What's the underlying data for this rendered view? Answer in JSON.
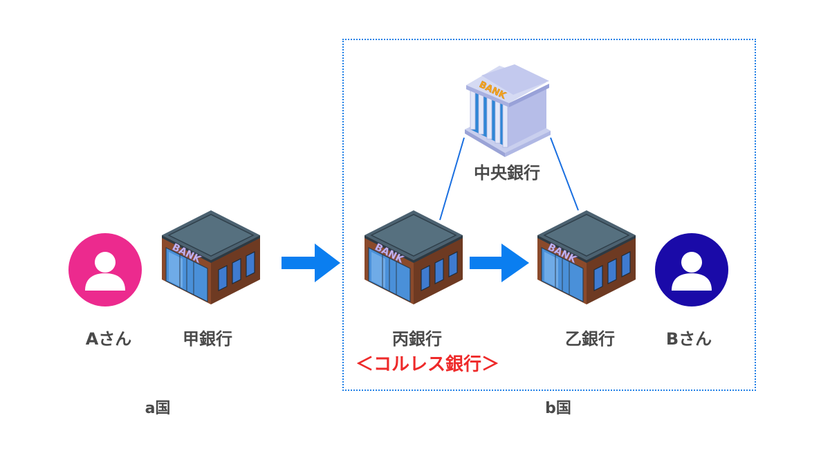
{
  "colors": {
    "person_a": "#ec2a8e",
    "person_b": "#1a0aa8",
    "arrow": "#0a7ef0",
    "box_border": "#1f7fe6",
    "link_line": "#1a6fe0",
    "label_text": "#4a4a4a",
    "highlight_text": "#ee2a2a"
  },
  "nodes": {
    "person_a": {
      "label": "Aさん",
      "icon": "user-icon"
    },
    "bank_kou": {
      "label": "甲銀行",
      "icon": "bank-building-icon",
      "sign": "BANK"
    },
    "bank_hei": {
      "label": "丙銀行",
      "sublabel": "＜コルレス銀行＞",
      "icon": "bank-building-icon",
      "sign": "BANK"
    },
    "bank_otsu": {
      "label": "乙銀行",
      "icon": "bank-building-icon",
      "sign": "BANK"
    },
    "central_bank": {
      "label": "中央銀行",
      "icon": "central-bank-icon",
      "sign": "BANK"
    },
    "person_b": {
      "label": "Bさん",
      "icon": "user-icon"
    }
  },
  "countries": {
    "a": {
      "label": "a国"
    },
    "b": {
      "label": "b国"
    }
  },
  "edges": [
    {
      "from": "bank_kou",
      "to": "bank_hei",
      "type": "arrow"
    },
    {
      "from": "bank_hei",
      "to": "bank_otsu",
      "type": "arrow"
    },
    {
      "from": "central_bank",
      "to": "bank_hei",
      "type": "line"
    },
    {
      "from": "central_bank",
      "to": "bank_otsu",
      "type": "line"
    }
  ]
}
